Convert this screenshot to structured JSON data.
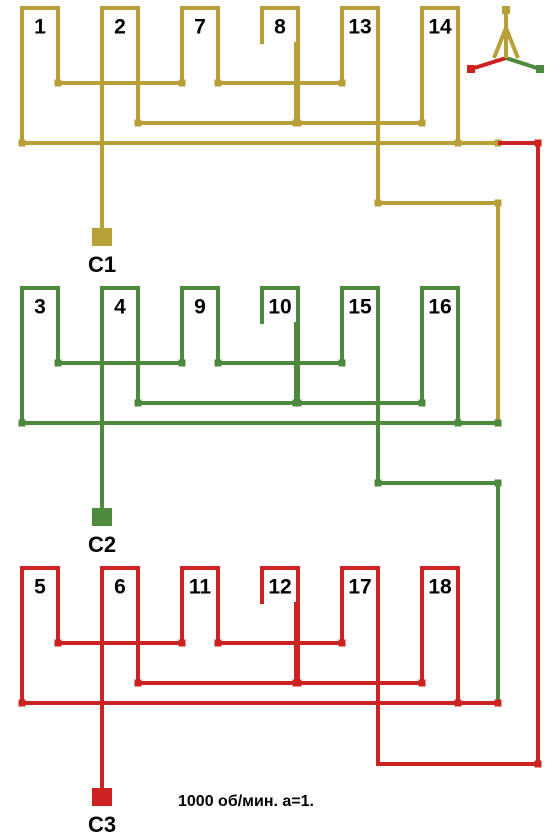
{
  "colors": {
    "phase1": "#b8a038",
    "phase2": "#4e8a3e",
    "phase3": "#cc2222",
    "wye_neutral": "#000000"
  },
  "phases": [
    {
      "id": "phase1",
      "coils": [
        "1",
        "2",
        "7",
        "8",
        "13",
        "14"
      ],
      "terminal_label": "C1"
    },
    {
      "id": "phase2",
      "coils": [
        "3",
        "4",
        "9",
        "10",
        "15",
        "16"
      ],
      "terminal_label": "C2"
    },
    {
      "id": "phase3",
      "coils": [
        "5",
        "6",
        "11",
        "12",
        "17",
        "18"
      ],
      "terminal_label": "C3"
    }
  ],
  "caption": "1000 об/мин. a=1.",
  "wye_icon": {
    "name": "star-connection-icon",
    "branch_colors": [
      "#b8a038",
      "#cc2222",
      "#4e8a3e"
    ]
  }
}
